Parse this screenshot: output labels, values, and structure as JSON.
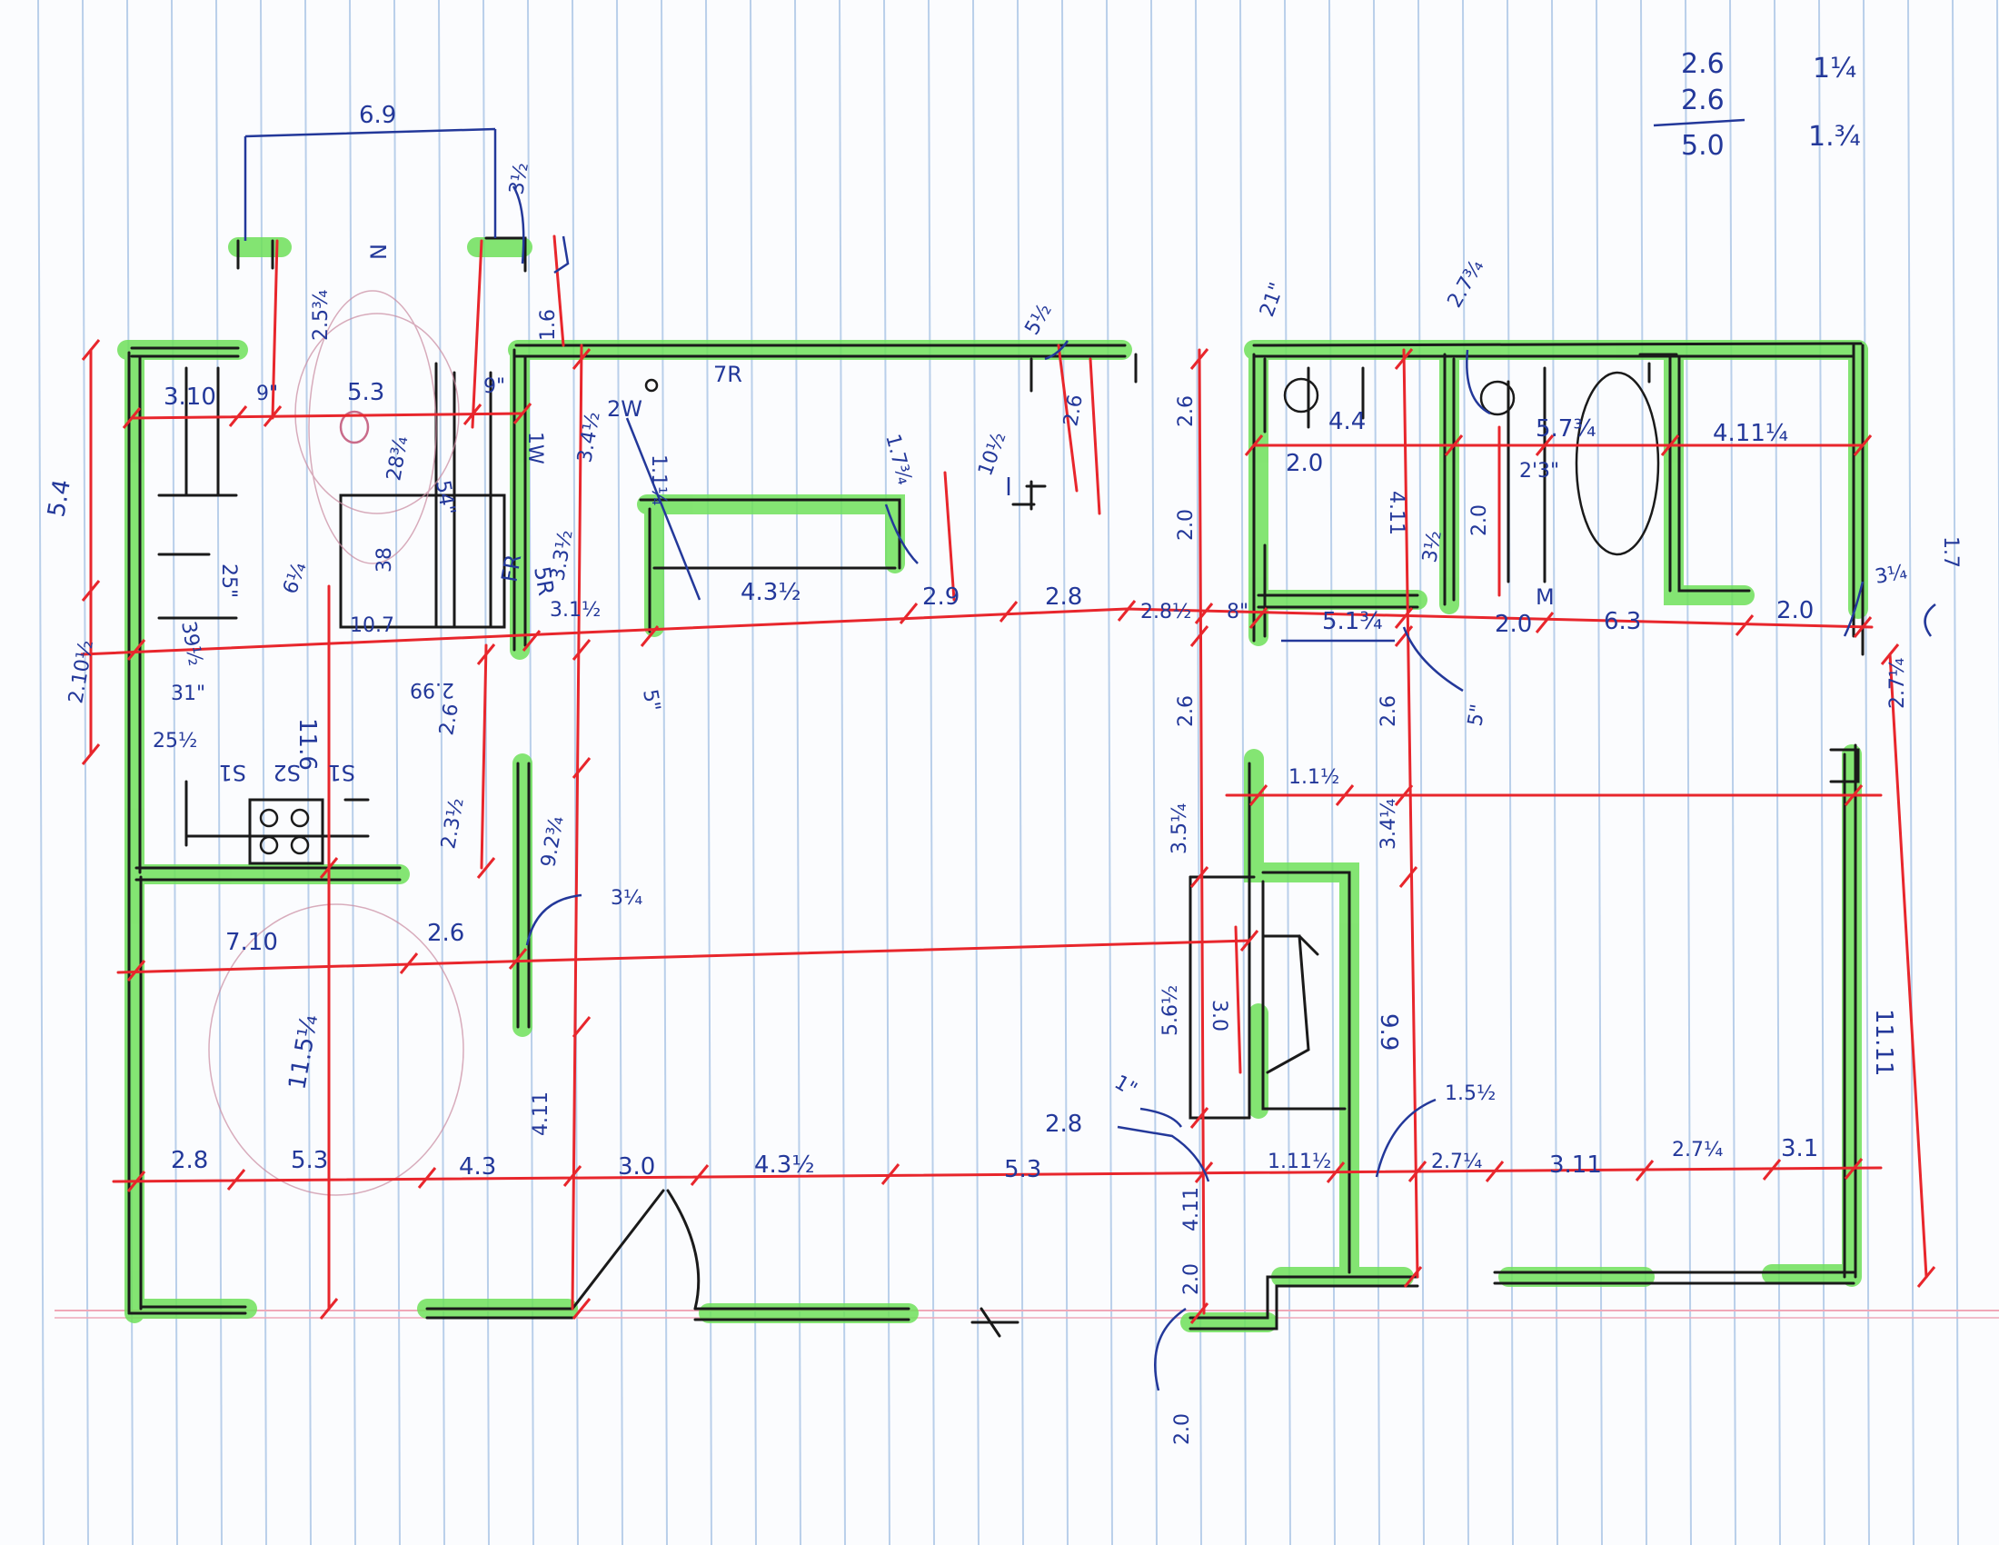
{
  "colors": {
    "paper": "#fbfcfe",
    "rule_line": "#b9cfea",
    "margin_line": "#f0a8b8",
    "wall_ink": "#1a1a1a",
    "highlight": "#6fe05a",
    "dimension_line": "#e8262c",
    "dimension_text": "#23389a"
  },
  "corner_calc": {
    "line1": "2.6",
    "line2": "2.6",
    "total": "5.0",
    "frac1": "1¼",
    "frac2": "1.¾"
  },
  "notes": {
    "north_mark": "N",
    "kitchen_s1": "S1",
    "kitchen_s2": "S2",
    "kitchen_s3": "S1",
    "fridge_label": "FR",
    "wd_label": "2W",
    "dryer_label": "7R",
    "note_5r": "5R",
    "door_m": "M"
  },
  "dimensions": {
    "d_6_9": "6.9",
    "d_3_half": "3½",
    "d_2_5_3_4": "2.5¾",
    "d_1_6": "1.6",
    "d_5_half_top": "5½",
    "d_2_7_3_4_top": "2.7¾",
    "d_21in": "21\"",
    "d_3_10": "3.10",
    "d_9in_a": "9\"",
    "d_5_3_top": "5.3",
    "d_9in_b": "9\"",
    "d_1w": "1W",
    "d_3_4_half": "3.4½",
    "d_1_1_4": "1.1¼",
    "d_1_7_3_4": "1.7¾",
    "d_10_half": "10½",
    "d_2_6_hall": "2.6",
    "d_5_4": "5.4",
    "d_28_3_4": "28¾",
    "d_54in": "54\"",
    "d_38": "38",
    "d_25in": "25\"",
    "d_6_quarter": "6¼",
    "d_3_3_half": "3.3½",
    "d_10_7": "10.7",
    "d_3_1_half": "3.1½",
    "d_4_3_half_mid": "4.3½",
    "d_2_9": "2.9",
    "d_2_8_mid": "2.8",
    "d_2_8_half": "2.8½",
    "d_2_10_half": "2.10½",
    "d_39_half": "39½",
    "d_31in": "31\"",
    "d_25_half": "25½",
    "d_5in_a": "5\"",
    "d_11_6": "11.6",
    "d_2_99": "2.99",
    "d_2_6_c": "2.6",
    "d_2_3_half": "2.3½",
    "d_9_2_3_4": "9.2¾",
    "d_3_1_4_a": "3¼",
    "d_7_10": "7.10",
    "d_2_6_d": "2.6",
    "d_11_5_1_4": "11.5¼",
    "d_2_6_bath": "2.6",
    "d_4_4": "4.4",
    "d_2_0_a": "2.0",
    "d_4_11_bath": "4.11",
    "d_5_7_3_4": "5.7¾",
    "d_2_3in": "2'3\"",
    "d_4_11_1_4": "4.11¼",
    "d_3_half_b": "3½",
    "d_2_0_b": "2.0",
    "d_2_0_c": "2.0",
    "d_8in": "8\"",
    "d_5_1_3_4": "5.1¾",
    "d_2_0_d": "2.0",
    "d_6_3": "6.3",
    "d_2_0_e": "2.0",
    "d_3_1_4_b": "3¼",
    "d_1_7": "1.7",
    "d_5in_b": "5\"",
    "d_2_6_e": "2.6",
    "d_2_6_f": "2.6",
    "d_2_7_1_4_r": "2.7¼",
    "d_1_1_half_a": "1.1½",
    "d_3_5_1_4": "3.5¼",
    "d_3_4_1_4": "3.4¼",
    "d_5_6_half": "5.6½",
    "d_3_0_fp": "3.0",
    "d_9_9": "9.9",
    "d_11_11": "11.11",
    "d_1_5_half": "1.5½",
    "d_2_8_low": "2.8",
    "d_1in": "1\"",
    "d_2_8_bot": "2.8",
    "d_5_3_bot": "5.3",
    "d_4_3": "4.3",
    "d_4_11_bot": "4.11",
    "d_3_0_bot": "3.0",
    "d_4_3_half_bot": "4.3½",
    "d_5_3_bot2": "5.3",
    "d_1_11_half": "1.11½",
    "d_2_7_1_4_a": "2.7¼",
    "d_3_11": "3.11",
    "d_2_7_1_4_b": "2.7¼",
    "d_3_1": "3.1",
    "d_4_11_low": "4.11",
    "d_2_0_low": "2.0",
    "d_2_0_tail": "2.0"
  }
}
